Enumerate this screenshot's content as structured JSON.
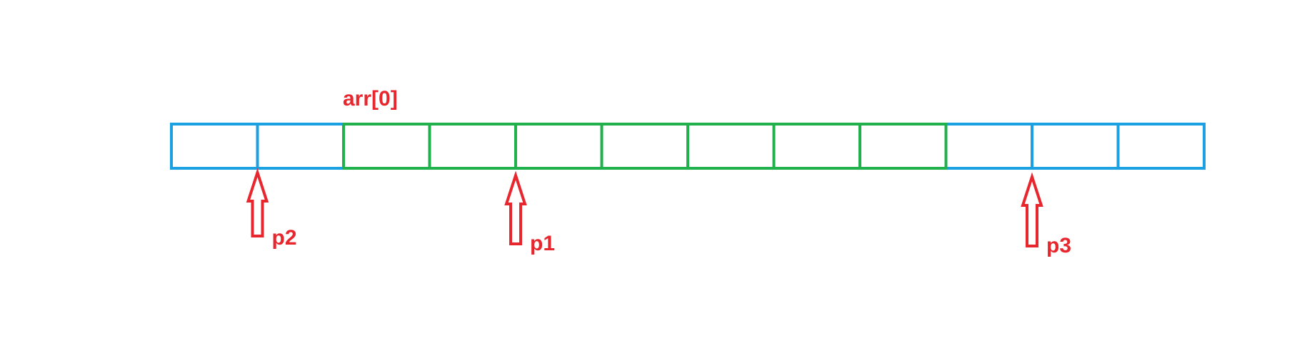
{
  "colors": {
    "outer_cells": "#1ba1e2",
    "inner_cells": "#21b14c",
    "annotations": "#e8262e",
    "background": "#ffffff"
  },
  "array": {
    "label": "arr[0]",
    "cell_count": 12,
    "highlighted_cells": [
      2,
      3,
      4,
      5,
      6,
      7,
      8
    ]
  },
  "pointers": [
    {
      "label": "p2",
      "cell_boundary": 1
    },
    {
      "label": "p1",
      "cell_boundary": 4
    },
    {
      "label": "p3",
      "cell_boundary": 10
    }
  ]
}
